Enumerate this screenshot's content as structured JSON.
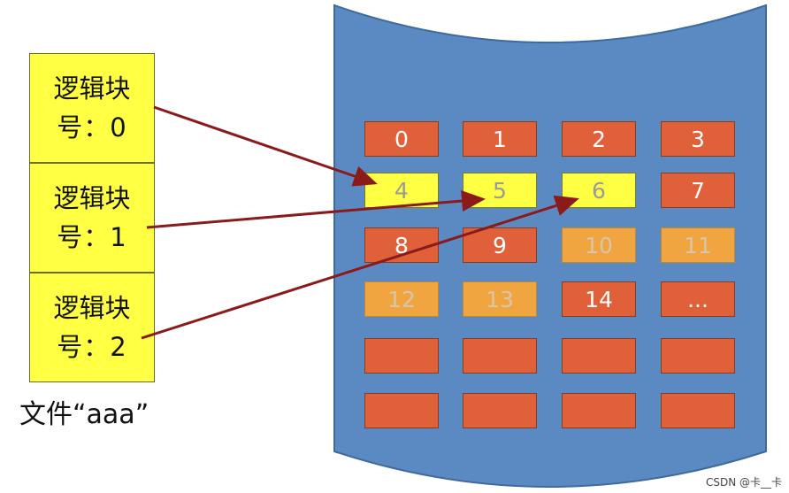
{
  "file": {
    "label": "文件“aaa”",
    "logical_blocks": [
      {
        "line1": "逻辑块",
        "line2": "号：0"
      },
      {
        "line1": "逻辑块",
        "line2": "号：1"
      },
      {
        "line1": "逻辑块",
        "line2": "号：2"
      }
    ]
  },
  "disk": {
    "rows": [
      [
        {
          "label": "0",
          "state": "used"
        },
        {
          "label": "1",
          "state": "used"
        },
        {
          "label": "2",
          "state": "used"
        },
        {
          "label": "3",
          "state": "used"
        }
      ],
      [
        {
          "label": "4",
          "state": "file"
        },
        {
          "label": "5",
          "state": "file"
        },
        {
          "label": "6",
          "state": "file"
        },
        {
          "label": "7",
          "state": "used"
        }
      ],
      [
        {
          "label": "8",
          "state": "used"
        },
        {
          "label": "9",
          "state": "used"
        },
        {
          "label": "10",
          "state": "other"
        },
        {
          "label": "11",
          "state": "other"
        }
      ],
      [
        {
          "label": "12",
          "state": "other"
        },
        {
          "label": "13",
          "state": "other"
        },
        {
          "label": "14",
          "state": "used"
        },
        {
          "label": "...",
          "state": "used"
        }
      ],
      [
        {
          "label": "",
          "state": "free"
        },
        {
          "label": "",
          "state": "free"
        },
        {
          "label": "",
          "state": "free"
        },
        {
          "label": "",
          "state": "free"
        }
      ],
      [
        {
          "label": "",
          "state": "free"
        },
        {
          "label": "",
          "state": "free"
        },
        {
          "label": "",
          "state": "free"
        },
        {
          "label": "",
          "state": "free"
        }
      ]
    ],
    "mapping": [
      {
        "logical": 0,
        "physical": "4"
      },
      {
        "logical": 1,
        "physical": "5"
      },
      {
        "logical": 2,
        "physical": "6"
      }
    ]
  },
  "colors": {
    "disk_body": "#5b8ac2",
    "disk_outline": "#3e6a9e",
    "arrow": "#8b1a1a",
    "logical_block": "#ffff44"
  },
  "watermark": "CSDN @卡__卡"
}
